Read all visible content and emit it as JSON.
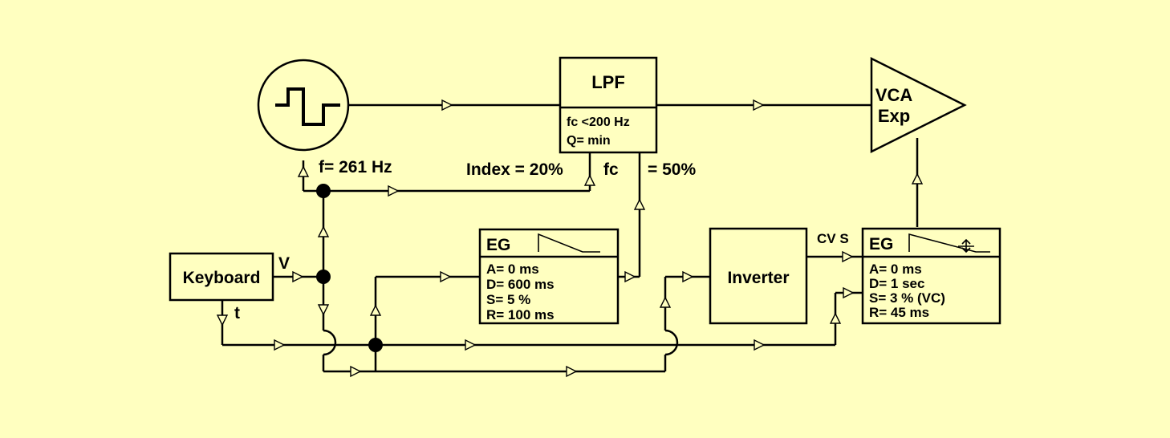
{
  "colors": {
    "background": "#ffffc0",
    "line": "#000000"
  },
  "oscillator": {
    "waveform_icon": "square-wave-icon",
    "freq_label": "f= 261 Hz"
  },
  "lpf": {
    "title": "LPF",
    "fc": "fc <200 Hz",
    "q": "Q= min",
    "index_label": "Index = 20%",
    "fc_input_label": "fc",
    "fc_mod_label": "= 50%"
  },
  "vca": {
    "line1": "VCA",
    "line2": "Exp"
  },
  "keyboard": {
    "title": "Keyboard",
    "v_label": "V",
    "t_label": "t"
  },
  "eg1": {
    "title": "EG",
    "a": "A= 0 ms",
    "d": "D= 600 ms",
    "s": "S= 5 %",
    "r": "R= 100 ms"
  },
  "inverter": {
    "title": "Inverter"
  },
  "eg2": {
    "title": "EG",
    "cv_label": "CV S",
    "a": "A= 0 ms",
    "d": "D= 1 sec",
    "s": "S= 3 % (VC)",
    "r": "R= 45 ms"
  }
}
